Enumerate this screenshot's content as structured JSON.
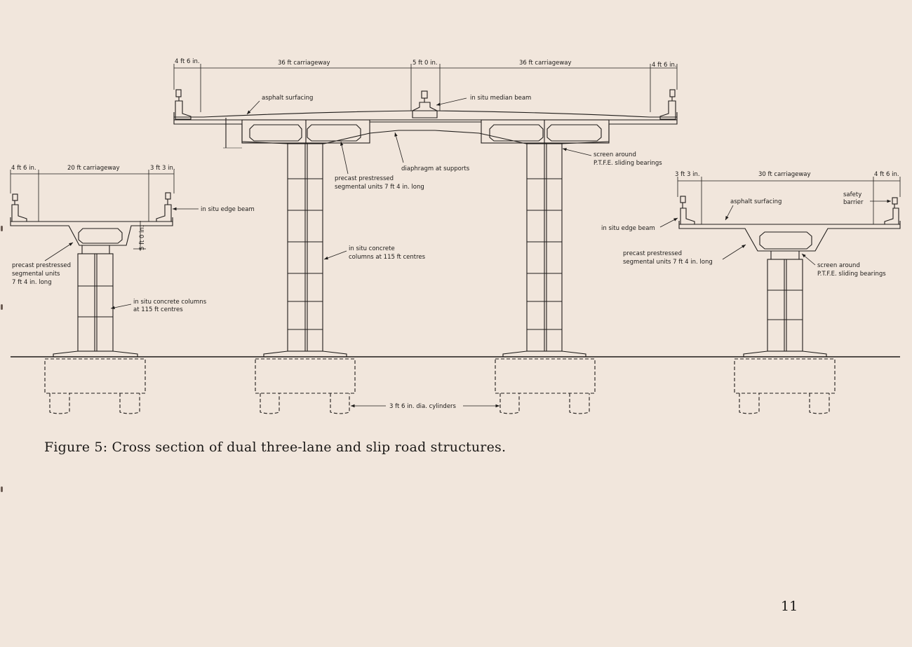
{
  "figure": {
    "caption": "Figure 5: Cross section of dual three-lane and slip road structures.",
    "page_number": "11"
  },
  "main_structure": {
    "dim_left_edge": "4 ft 6 in.",
    "dim_carriageway_left": "36 ft carriageway",
    "dim_median": "5 ft 0 in.",
    "dim_carriageway_right": "36 ft carriageway",
    "dim_right_edge": "4 ft 6 in.",
    "asphalt": "asphalt surfacing",
    "median_beam": "in situ median beam",
    "diaphragm": "diaphragm at supports",
    "units_line1": "precast prestressed",
    "units_line2": "segmental units 7 ft 4 in. long",
    "screen_line1": "screen around",
    "screen_line2": "P.T.F.E. sliding bearings",
    "columns_line1": "in situ concrete",
    "columns_line2": "columns at 115 ft centres",
    "cylinders": "3 ft 6 in. dia. cylinders"
  },
  "left_slip": {
    "dim_left_edge": "4 ft 6 in.",
    "dim_carriageway": "20 ft carriageway",
    "dim_right_edge": "3 ft 3 in.",
    "edge_beam": "in situ edge beam",
    "depth": "5 ft 0 in.",
    "units_line1": "precast prestressed",
    "units_line2": "segmental units",
    "units_line3": "7 ft 4 in. long",
    "columns_line1": "in situ concrete columns",
    "columns_line2": "at 115 ft centres"
  },
  "right_slip": {
    "dim_left_edge": "3 ft 3 in.",
    "dim_carriageway": "30 ft carriageway",
    "dim_right_edge": "4 ft 6 in.",
    "asphalt": "asphalt surfacing",
    "barrier_line1": "safety",
    "barrier_line2": "barrier",
    "edge_beam": "in situ edge beam",
    "units_line1": "precast prestressed",
    "units_line2": "segmental units 7 ft 4 in. long",
    "screen_line1": "screen around",
    "screen_line2": "P.T.F.E. sliding bearings"
  }
}
